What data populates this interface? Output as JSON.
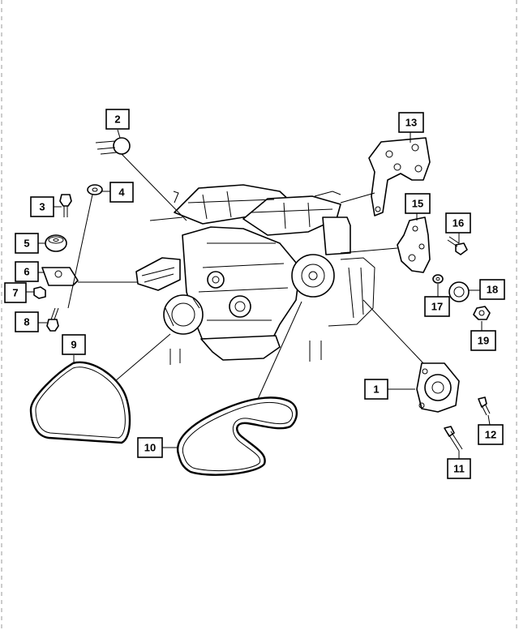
{
  "callouts": [
    {
      "id": "1",
      "label": "1"
    },
    {
      "id": "2",
      "label": "2"
    },
    {
      "id": "3",
      "label": "3"
    },
    {
      "id": "4",
      "label": "4"
    },
    {
      "id": "5",
      "label": "5"
    },
    {
      "id": "6",
      "label": "6"
    },
    {
      "id": "7",
      "label": "7"
    },
    {
      "id": "8",
      "label": "8"
    },
    {
      "id": "9",
      "label": "9"
    },
    {
      "id": "10",
      "label": "10"
    },
    {
      "id": "11",
      "label": "11"
    },
    {
      "id": "12",
      "label": "12"
    },
    {
      "id": "13",
      "label": "13"
    },
    {
      "id": "15",
      "label": "15"
    },
    {
      "id": "16",
      "label": "16"
    },
    {
      "id": "17",
      "label": "17"
    },
    {
      "id": "18",
      "label": "18"
    },
    {
      "id": "19",
      "label": "19"
    }
  ]
}
